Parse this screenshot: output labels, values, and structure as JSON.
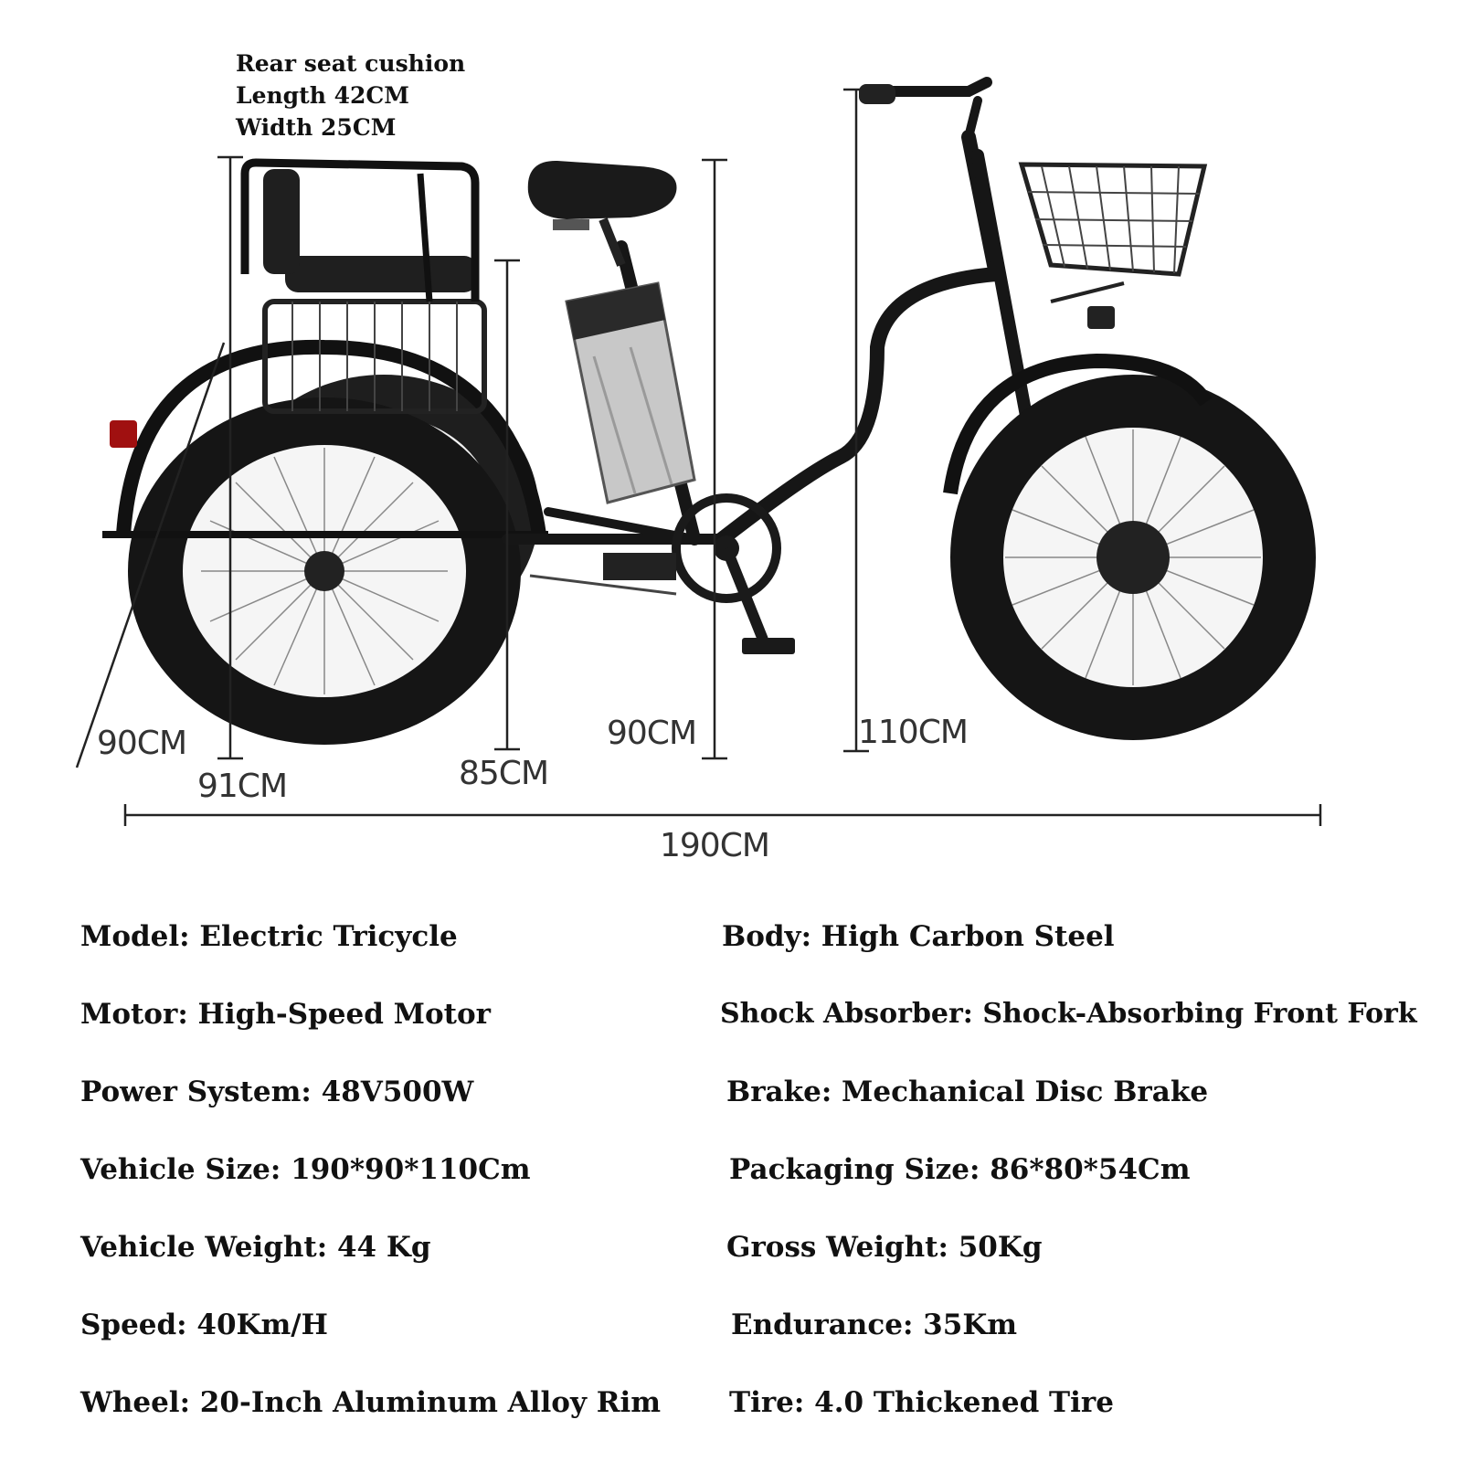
{
  "cushion": {
    "title": "Rear seat cushion",
    "length": "Length 42CM",
    "width": "Width 25CM"
  },
  "dimensions": {
    "rear_width": "90CM",
    "rear_height": "91CM",
    "seat_low": "85CM",
    "seat_high": "90CM",
    "total_height": "110CM",
    "total_length": "190CM"
  },
  "specs": {
    "left": [
      "Model: Electric Tricycle",
      "Motor: High-Speed Motor",
      "Power System: 48V500W",
      "Vehicle Size: 190*90*110Cm",
      "Vehicle Weight: 44 Kg",
      "Speed: 40Km/H",
      "Wheel: 20-Inch Aluminum Alloy Rim"
    ],
    "right": [
      "Body: High Carbon Steel",
      "Shock Absorber: Shock-Absorbing Front Fork",
      "Brake: Mechanical Disc Brake",
      "Packaging Size: 86*80*54Cm",
      "Gross Weight: 50Kg",
      "Endurance: 35Km",
      "Tire: 4.0 Thickened Tire"
    ]
  },
  "colors": {
    "frame": "#1a1a1a",
    "battery": "#c8c8c8",
    "text": "#111111"
  }
}
